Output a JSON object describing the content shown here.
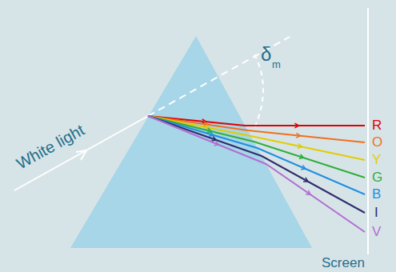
{
  "diagram": {
    "labels": [
      "White light",
      "δ",
      "m",
      "R",
      "O",
      "Y",
      "G",
      "B",
      "I",
      "V",
      "Screen"
    ]
  }
}
